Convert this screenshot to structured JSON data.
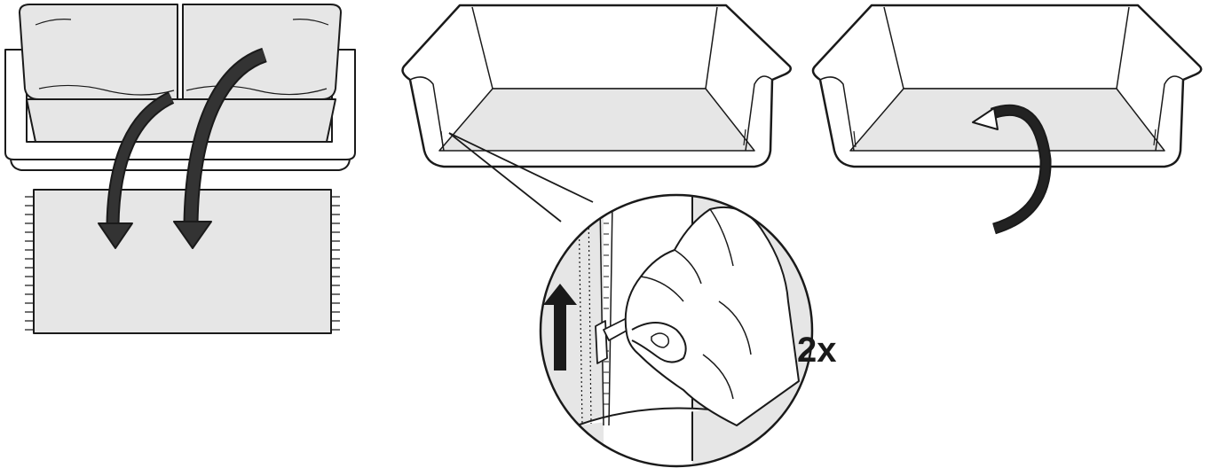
{
  "steps": [
    {
      "id": "remove-cushions",
      "arrow_count": 2
    },
    {
      "id": "unzip-cover",
      "repeat_label": "2x",
      "zipper_direction": "up"
    },
    {
      "id": "turn-inside-out"
    }
  ],
  "colors": {
    "outline": "#1a1a1a",
    "fill_light": "#e6e6e6",
    "arrow_fill": "#333333",
    "background": "#ffffff"
  },
  "icons": [
    "curved-arrow-icon",
    "up-arrow-icon",
    "rotate-arrow-icon",
    "zipper-icon",
    "hand-icon"
  ]
}
